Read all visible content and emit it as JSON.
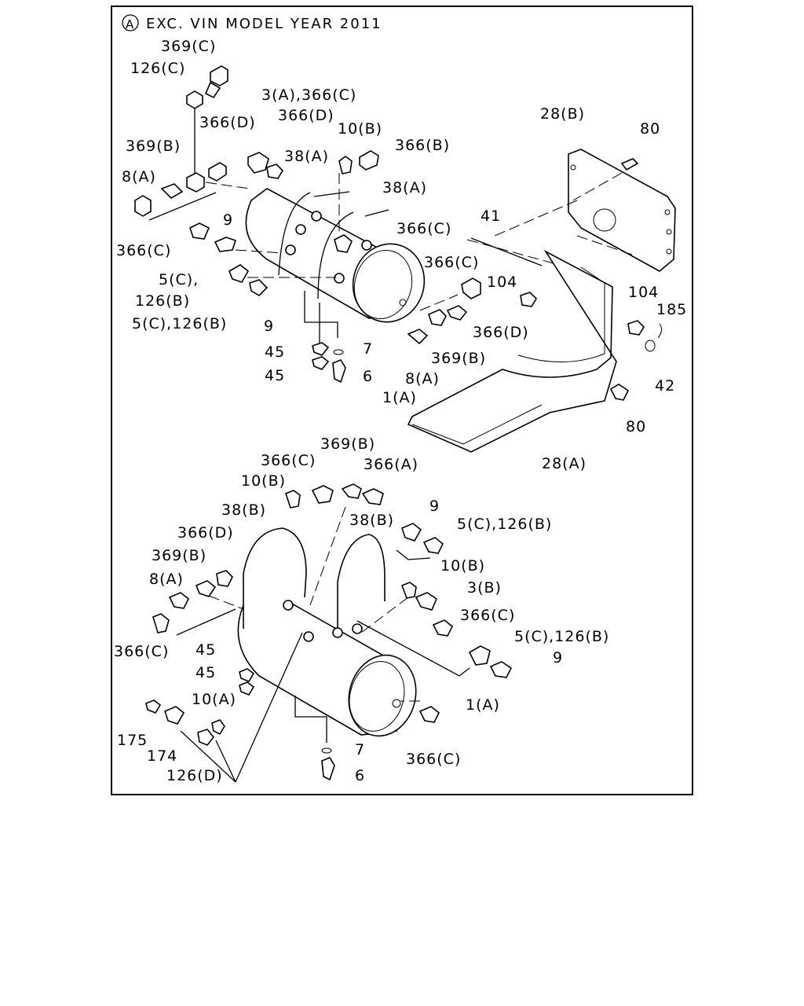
{
  "title": {
    "marker": "A",
    "text": "EXC. VIN MODEL YEAR 2011"
  },
  "labels": {
    "t1": {
      "l369c": "369(C)",
      "l126c": "126(C)",
      "l3a366c": "3(A),366(C)",
      "l366d_a": "366(D)",
      "l366d_b": "366(D)",
      "l10b": "10(B)",
      "l366b": "366(B)",
      "l369b": "369(B)",
      "l38a_a": "38(A)",
      "l38a_b": "38(A)",
      "l8a": "8(A)",
      "l9a": "9",
      "l366c_a": "366(C)",
      "l366c_b": "366(C)",
      "l366c_c": "366(C)",
      "l5c": "5(C),",
      "l126b": "126(B)",
      "l5c126b": "5(C),126(B)",
      "l9b": "9",
      "l45a": "45",
      "l45b": "45",
      "l7": "7",
      "l6": "6",
      "l1a": "1(A)",
      "l369b2": "369(B)",
      "l8a2": "8(A)",
      "l366d_c": "366(D)",
      "l104a": "104"
    },
    "br": {
      "l28b": "28(B)",
      "l80a": "80",
      "l41": "41",
      "l104b": "104",
      "l185": "185",
      "l42": "42",
      "l80b": "80",
      "l28a": "28(A)"
    },
    "t2": {
      "l369b": "369(B)",
      "l366c_a": "366(C)",
      "l366a": "366(A)",
      "l10b_a": "10(B)",
      "l9a": "9",
      "l38b_a": "38(B)",
      "l38b_b": "38(B)",
      "l5c126b_a": "5(C),126(B)",
      "l366d": "366(D)",
      "l10b_b": "10(B)",
      "l369b2": "369(B)",
      "l3b": "3(B)",
      "l8a": "8(A)",
      "l366c_b": "366(C)",
      "l366c_c": "366(C)",
      "l5c126b_b": "5(C),126(B)",
      "l45a": "45",
      "l9b": "9",
      "l45b": "45",
      "l10a": "10(A)",
      "l1a": "1(A)",
      "l175": "175",
      "l7": "7",
      "l174": "174",
      "l366c_d": "366(C)",
      "l126d": "126(D)",
      "l6": "6"
    }
  }
}
